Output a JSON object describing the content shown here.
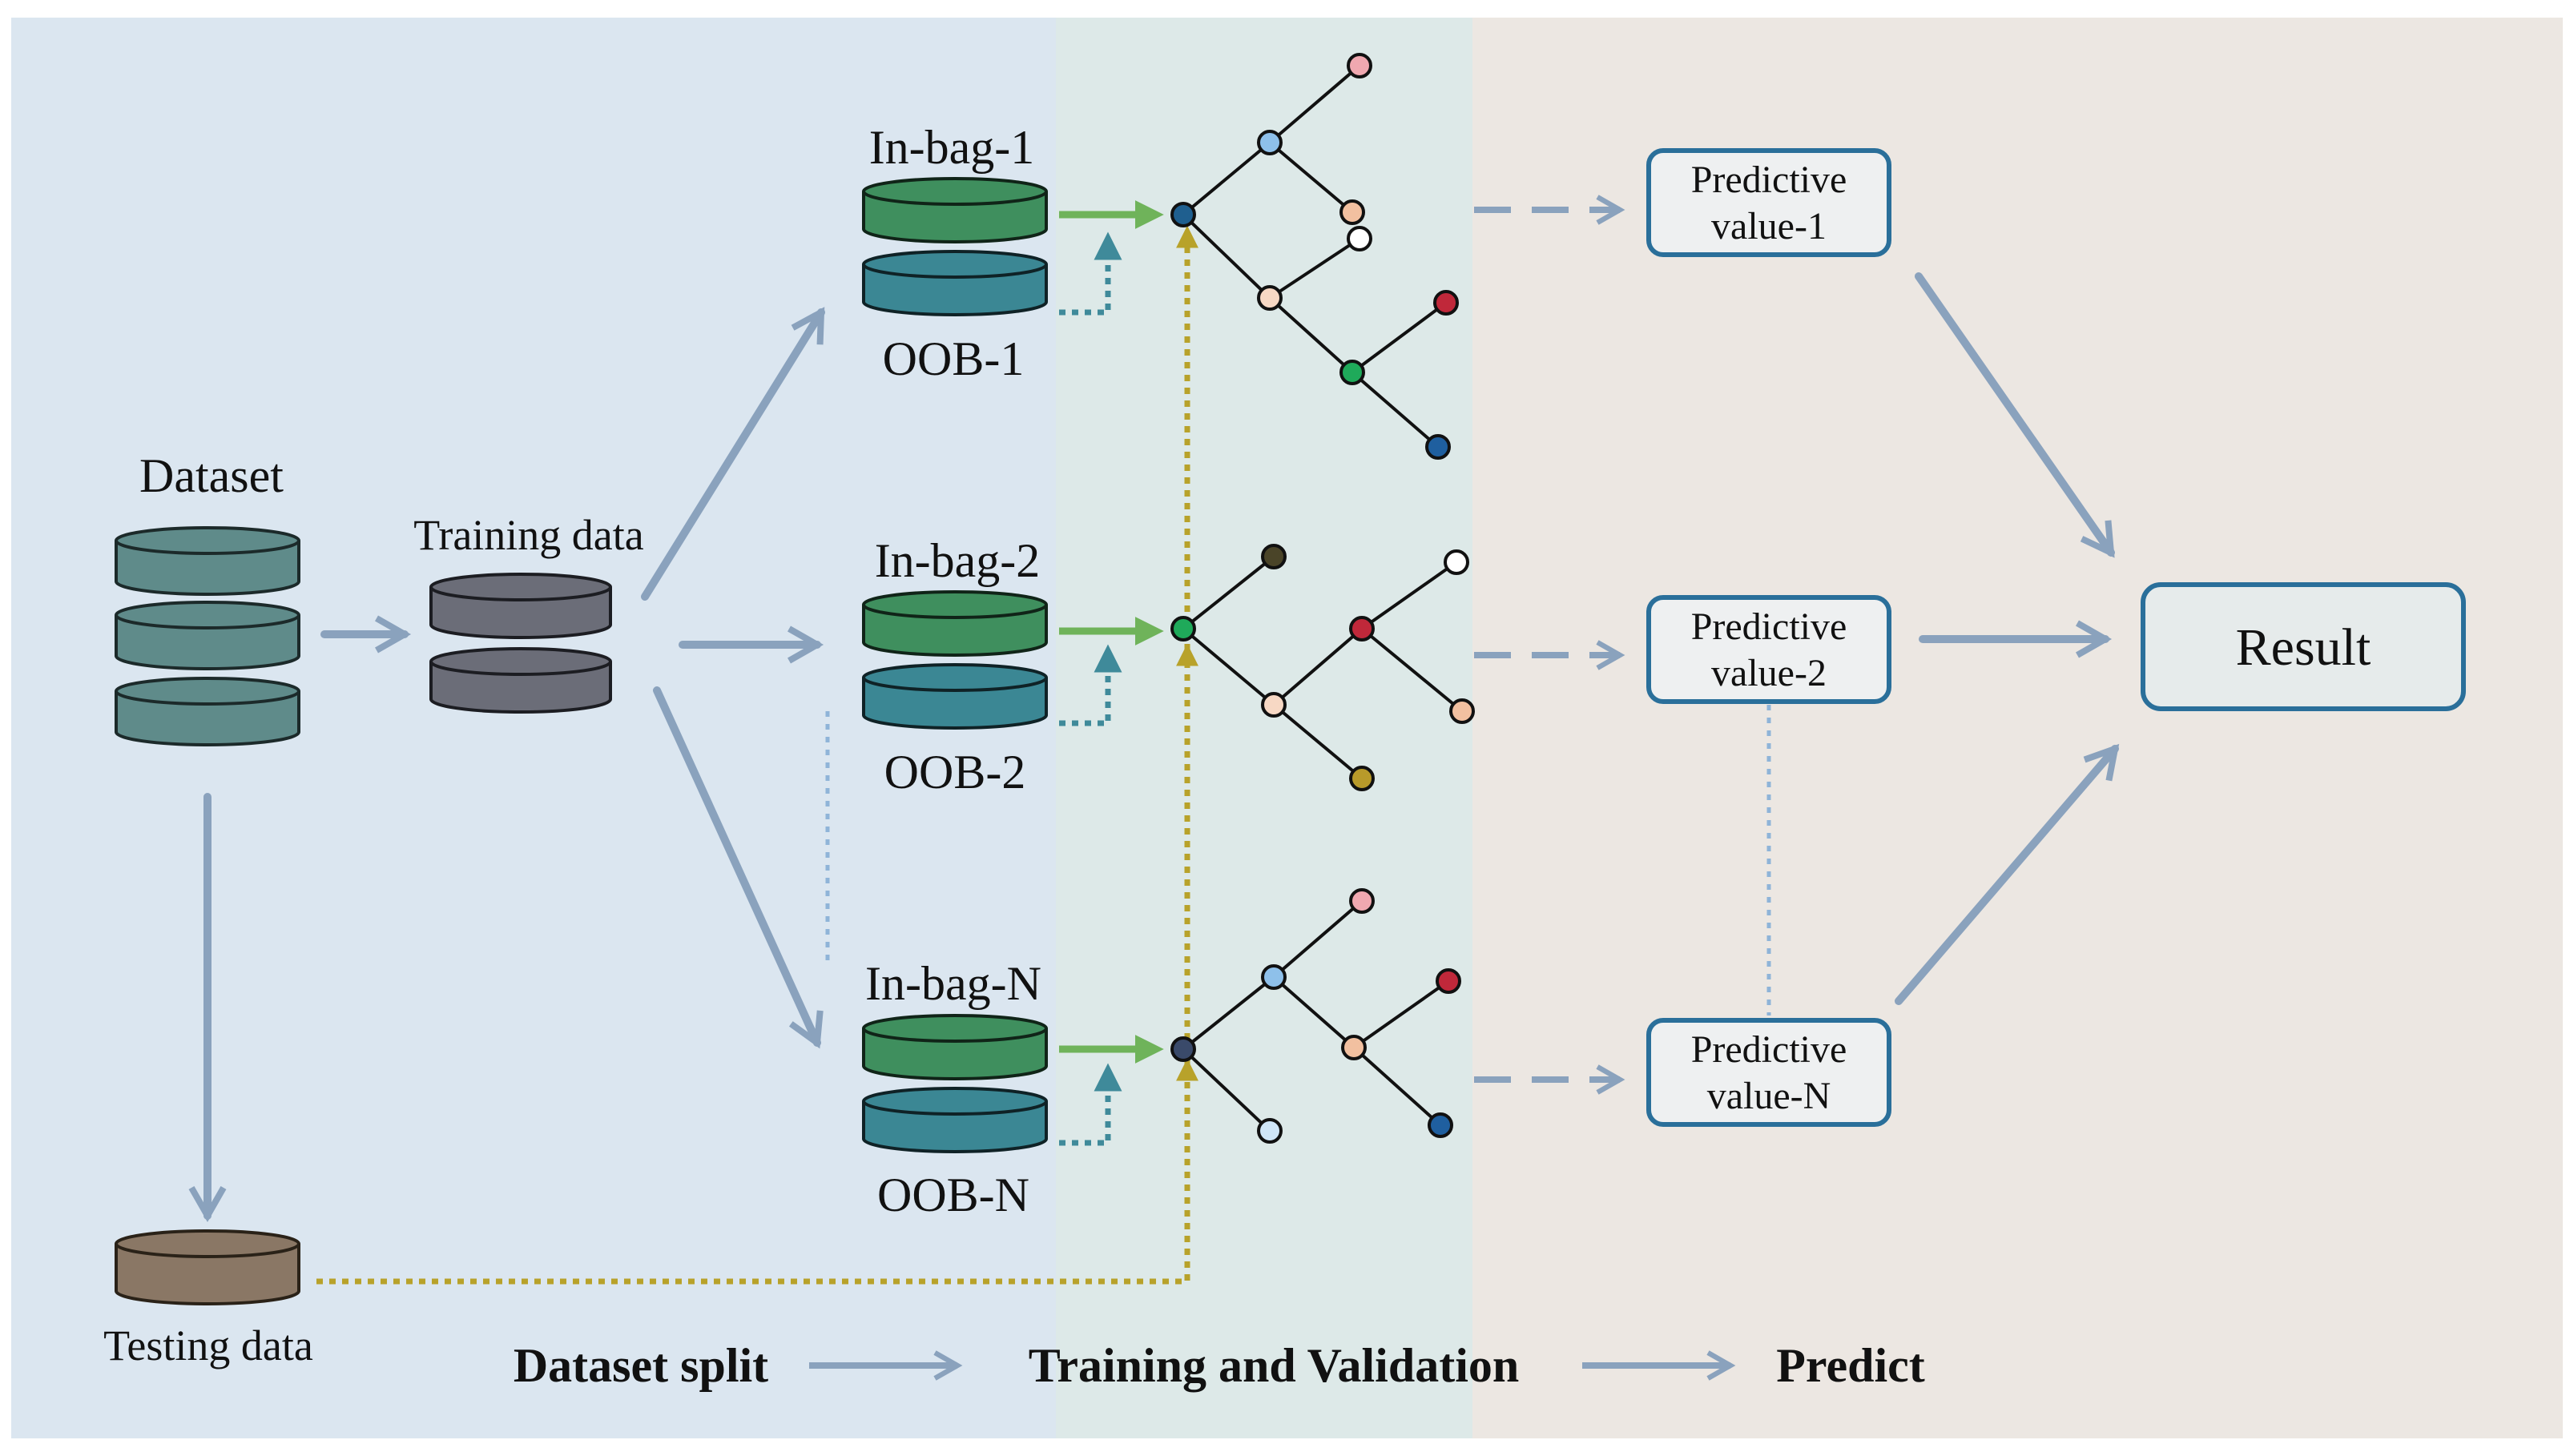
{
  "dataset": {
    "title": "Dataset"
  },
  "training": {
    "title": "Training data"
  },
  "testing": {
    "title": "Testing data"
  },
  "bags": [
    {
      "in_bag": "In-bag-1",
      "oob": "OOB-1"
    },
    {
      "in_bag": "In-bag-2",
      "oob": "OOB-2"
    },
    {
      "in_bag": "In-bag-N",
      "oob": "OOB-N"
    }
  ],
  "predictions": [
    {
      "line1": "Predictive",
      "line2": "value-1"
    },
    {
      "line1": "Predictive",
      "line2": "value-2"
    },
    {
      "line1": "Predictive",
      "line2": "value-N"
    }
  ],
  "result": {
    "label": "Result"
  },
  "footer": {
    "stage1": "Dataset split",
    "stage2": "Training and Validation",
    "stage3": "Predict"
  },
  "colors": {
    "panel_split": "#dbe6f0",
    "panel_train": "#dde9e8",
    "panel_predict": "#ece7e2",
    "arrow": "#8aa2bd",
    "dataset_disk": "#5f8b8a",
    "training_disk": "#6b6d78",
    "testing_disk": "#8a7765",
    "inbag_disk": "#3f8f5e",
    "oob_disk": "#3b8794",
    "green_arrow": "#6fb35a",
    "oob_dotted": "#3f8a9a",
    "test_dotted": "#b8a22a"
  }
}
